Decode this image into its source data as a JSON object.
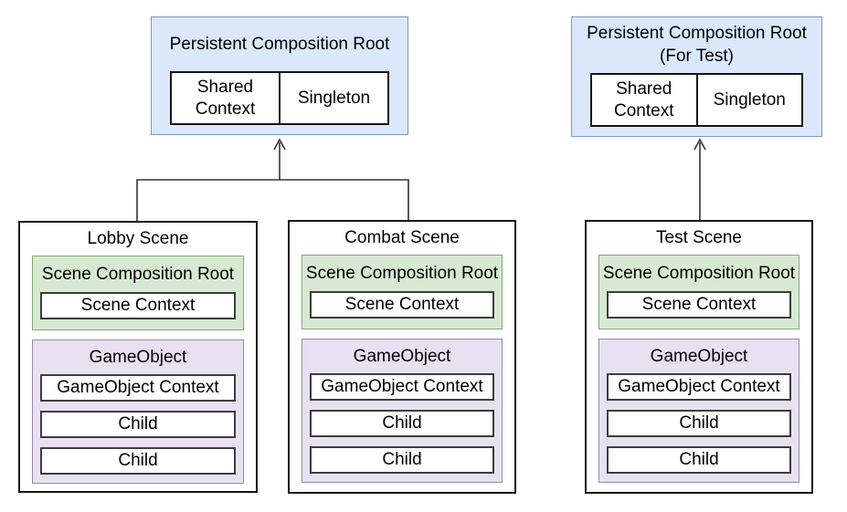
{
  "colors": {
    "ink": "#161616",
    "row_stroke": "#3d3d3d",
    "blue_fill": "#dbe8fb",
    "blue_stroke": "#7e96c2",
    "green_fill": "#d8e9d3",
    "green_stroke": "#83a877",
    "purple_fill": "#e8e1f1",
    "purple_stroke": "#968aa5",
    "connector": "#333333",
    "text": "#000000"
  },
  "persistent_roots": [
    {
      "title_line1": "Persistent Composition Root",
      "title_line2": "",
      "cells": {
        "left": "Shared Context",
        "right": "Singleton"
      }
    },
    {
      "title_line1": "Persistent Composition Root",
      "title_line2": "(For Test)",
      "cells": {
        "left": "Shared Context",
        "right": "Singleton"
      }
    }
  ],
  "scenes": [
    {
      "title": "Lobby Scene",
      "composition_root": {
        "title": "Scene Composition Root",
        "context": "Scene Context"
      },
      "game_object": {
        "title": "GameObject",
        "rows": [
          "GameObject Context",
          "Child",
          "Child"
        ]
      }
    },
    {
      "title": "Combat Scene",
      "composition_root": {
        "title": "Scene Composition Root",
        "context": "Scene Context"
      },
      "game_object": {
        "title": "GameObject",
        "rows": [
          "GameObject Context",
          "Child",
          "Child"
        ]
      }
    },
    {
      "title": "Test Scene",
      "composition_root": {
        "title": "Scene Composition Root",
        "context": "Scene Context"
      },
      "game_object": {
        "title": "GameObject",
        "rows": [
          "GameObject Context",
          "Child",
          "Child"
        ]
      }
    }
  ]
}
